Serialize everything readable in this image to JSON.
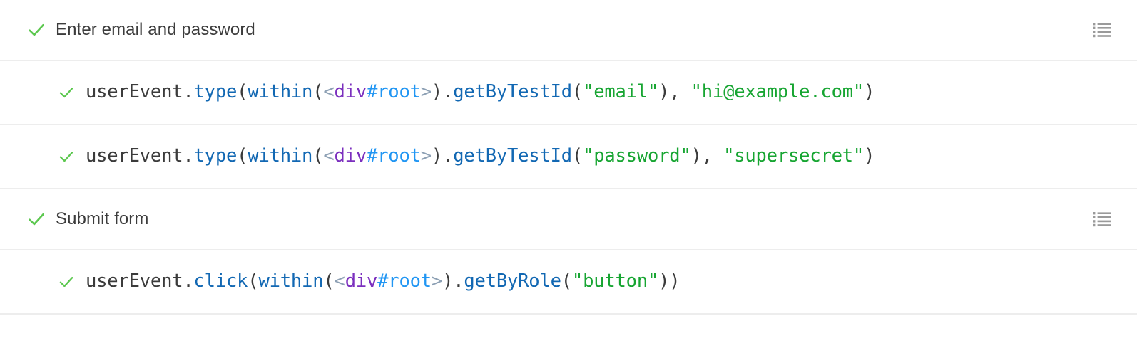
{
  "colors": {
    "background": "#ffffff",
    "separator": "#ededed",
    "title_text": "#3c3c3c",
    "code_text": "#3b3b3b",
    "check_green": "#5cc84f",
    "icon_gray": "#9a9a9a",
    "token_function": "#1268b3",
    "token_tag_bracket": "#8da0b4",
    "token_tag_name": "#7b2fbe",
    "token_id": "#2196f3",
    "token_string": "#17a532"
  },
  "rows": [
    {
      "kind": "group",
      "status": "passed",
      "status_icon": "check-icon",
      "title": "Enter email and password",
      "action_icon": "list-icon",
      "has_action": true
    },
    {
      "kind": "code",
      "status": "passed",
      "status_icon": "check-icon",
      "text": "userEvent.type(within(<div#root>).getByTestId(\"email\"), \"hi@example.com\")",
      "tokens": [
        {
          "t": "userEvent",
          "c": "plain"
        },
        {
          "t": ".",
          "c": "punc"
        },
        {
          "t": "type",
          "c": "fn"
        },
        {
          "t": "(",
          "c": "punc"
        },
        {
          "t": "within",
          "c": "fn"
        },
        {
          "t": "(",
          "c": "punc"
        },
        {
          "t": "<",
          "c": "tagbr"
        },
        {
          "t": "div",
          "c": "tag"
        },
        {
          "t": "#root",
          "c": "id"
        },
        {
          "t": ">",
          "c": "tagbr"
        },
        {
          "t": ")",
          "c": "punc"
        },
        {
          "t": ".",
          "c": "punc"
        },
        {
          "t": "getByTestId",
          "c": "method"
        },
        {
          "t": "(",
          "c": "punc"
        },
        {
          "t": "\"email\"",
          "c": "string"
        },
        {
          "t": "), ",
          "c": "punc"
        },
        {
          "t": "\"hi@example.com\"",
          "c": "string"
        },
        {
          "t": ")",
          "c": "punc"
        }
      ],
      "has_action": false
    },
    {
      "kind": "code",
      "status": "passed",
      "status_icon": "check-icon",
      "text": "userEvent.type(within(<div#root>).getByTestId(\"password\"), \"supersecret\")",
      "tokens": [
        {
          "t": "userEvent",
          "c": "plain"
        },
        {
          "t": ".",
          "c": "punc"
        },
        {
          "t": "type",
          "c": "fn"
        },
        {
          "t": "(",
          "c": "punc"
        },
        {
          "t": "within",
          "c": "fn"
        },
        {
          "t": "(",
          "c": "punc"
        },
        {
          "t": "<",
          "c": "tagbr"
        },
        {
          "t": "div",
          "c": "tag"
        },
        {
          "t": "#root",
          "c": "id"
        },
        {
          "t": ">",
          "c": "tagbr"
        },
        {
          "t": ")",
          "c": "punc"
        },
        {
          "t": ".",
          "c": "punc"
        },
        {
          "t": "getByTestId",
          "c": "method"
        },
        {
          "t": "(",
          "c": "punc"
        },
        {
          "t": "\"password\"",
          "c": "string"
        },
        {
          "t": "), ",
          "c": "punc"
        },
        {
          "t": "\"supersecret\"",
          "c": "string"
        },
        {
          "t": ")",
          "c": "punc"
        }
      ],
      "has_action": false
    },
    {
      "kind": "group",
      "status": "passed",
      "status_icon": "check-icon",
      "title": "Submit form",
      "action_icon": "list-icon",
      "has_action": true
    },
    {
      "kind": "code",
      "status": "passed",
      "status_icon": "check-icon",
      "text": "userEvent.click(within(<div#root>).getByRole(\"button\"))",
      "tokens": [
        {
          "t": "userEvent",
          "c": "plain"
        },
        {
          "t": ".",
          "c": "punc"
        },
        {
          "t": "click",
          "c": "fn"
        },
        {
          "t": "(",
          "c": "punc"
        },
        {
          "t": "within",
          "c": "fn"
        },
        {
          "t": "(",
          "c": "punc"
        },
        {
          "t": "<",
          "c": "tagbr"
        },
        {
          "t": "div",
          "c": "tag"
        },
        {
          "t": "#root",
          "c": "id"
        },
        {
          "t": ">",
          "c": "tagbr"
        },
        {
          "t": ")",
          "c": "punc"
        },
        {
          "t": ".",
          "c": "punc"
        },
        {
          "t": "getByRole",
          "c": "method"
        },
        {
          "t": "(",
          "c": "punc"
        },
        {
          "t": "\"button\"",
          "c": "string"
        },
        {
          "t": "))",
          "c": "punc"
        }
      ],
      "has_action": false
    }
  ]
}
